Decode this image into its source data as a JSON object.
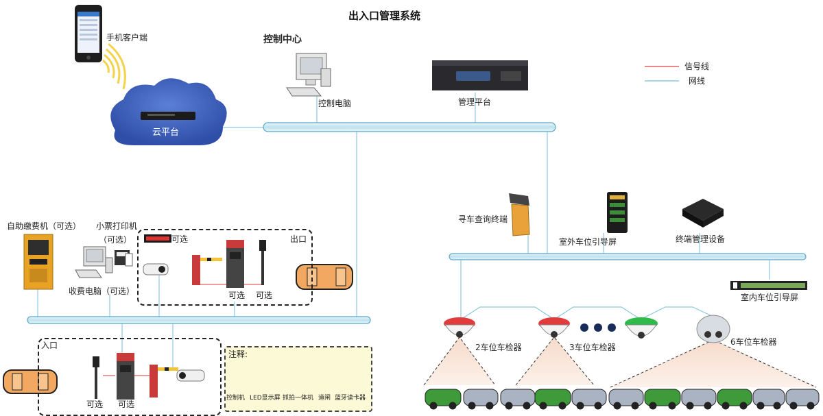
{
  "title": "出入口管理系统",
  "header": {
    "control_center": "控制中心"
  },
  "legend": {
    "signal": "信号线",
    "network": "网线",
    "signal_color": "#e06060",
    "network_color": "#8cc8e0"
  },
  "top": {
    "mobile_client": "手机客户端",
    "cloud_platform": "云平台",
    "control_pc": "控制电脑",
    "management_platform": "管理平台"
  },
  "parking_left": {
    "self_pay": "自助缴费机（可选）",
    "printer_line1": "小票打印机",
    "printer_line2": "（可选）",
    "fee_pc": "收费电脑（可选）",
    "exit_display_text": "可选",
    "exit_label": "出口",
    "exit_opt1": "可选",
    "exit_opt2": "可选",
    "entry_label": "入口",
    "entry_opt1": "可选",
    "entry_opt2": "可选"
  },
  "notes": {
    "title": "注释:",
    "items": [
      "控制机",
      "LED显示屏",
      "抓拍一体机",
      "道闸",
      "蓝牙读卡器"
    ]
  },
  "parking_right": {
    "kiosk": "寻车查询终端",
    "outdoor_screen": "室外车位引导屏",
    "terminal_mgmt": "终端管理设备",
    "indoor_screen": "室内车位引导屏",
    "detector_2": "2车位车检器",
    "detector_3": "3车位车检器",
    "detector_6": "6车位车检器"
  },
  "colors": {
    "bus_fill": "#cfe9f3",
    "bus_stroke": "#5aa7c7",
    "cloud": "#3d5fb8",
    "gate_red": "#d83a3a",
    "kiosk_orange": "#e9a23a",
    "note_bg": "#fbf9d6",
    "car_green": "#3f9a3a",
    "car_silver": "#a9b3c2"
  }
}
